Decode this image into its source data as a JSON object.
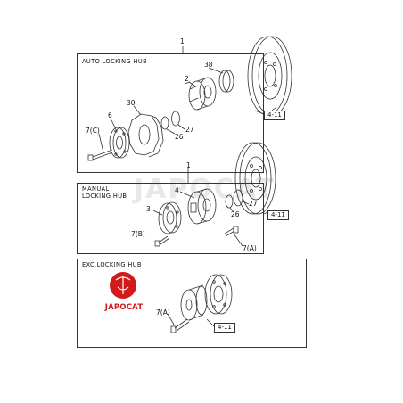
{
  "sections": {
    "auto": {
      "title": "AUTO LOCKING HUB"
    },
    "manual": {
      "title": "MANUAL\nLOCKING HUB"
    },
    "exc": {
      "title": "EXC.LOCKING HUB"
    }
  },
  "callouts": {
    "c1_top": "1",
    "c2": "2",
    "c38": "38",
    "c30": "30",
    "c6": "6",
    "c7c": "7(C)",
    "c27_top": "27",
    "c26_top": "26",
    "c1_mid": "1",
    "c4": "4",
    "c3": "3",
    "c7b": "7(B)",
    "c26_mid": "26",
    "c27_mid": "27",
    "c7a_mid": "7(A)",
    "c7a_bot": "7(A)"
  },
  "refs": {
    "ref_top": "4-11",
    "ref_mid": "4-11",
    "ref_bot": "4-11"
  },
  "watermark": "JAPOCAT",
  "logo": {
    "text": "JAPOCAT",
    "color": "#d21a1a"
  },
  "colors": {
    "line": "#333333",
    "logo_red": "#d21a1a"
  }
}
